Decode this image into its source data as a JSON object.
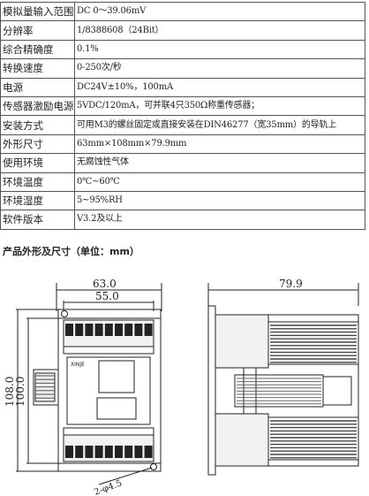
{
  "spec_rows": [
    {
      "label": "模拟量输入范围",
      "value": "DC 0～39.06mV"
    },
    {
      "label": "分辨率",
      "value": "1/8388608（24Bit）"
    },
    {
      "label": "综合精确度",
      "value": "0.1%"
    },
    {
      "label": "转换速度",
      "value": "0-250次/秒"
    },
    {
      "label": "电源",
      "value": "DC24V±10%，100mA"
    },
    {
      "label": "传感器激励电源",
      "value": "5VDC/120mA，可并联4只350Ω称重传感器；"
    },
    {
      "label": "安装方式",
      "value": "可用M3的螺丝固定或直接安装在DIN46277（宽35mm）的导轨上"
    },
    {
      "label": "外形尺寸",
      "value": "63mm×108mm×79.9mm"
    },
    {
      "label": "使用环境",
      "value": "无腐蚀性气体"
    },
    {
      "label": "环境温度",
      "value": "0℃~60℃"
    },
    {
      "label": "环境湿度",
      "value": "5~95%RH"
    },
    {
      "label": "软件版本",
      "value": "V3.2及以上"
    }
  ],
  "section_title": "产品外形及尺寸（单位：mm）",
  "front_view": {
    "dim_width_outer": "63.0",
    "dim_width_inner": "55.0",
    "dim_height_outer": "108.0",
    "dim_height_inner": "100.0",
    "dim_hole": "2-φ4.5",
    "brand": "XINJE"
  },
  "side_view": {
    "dim_depth": "79.9"
  }
}
